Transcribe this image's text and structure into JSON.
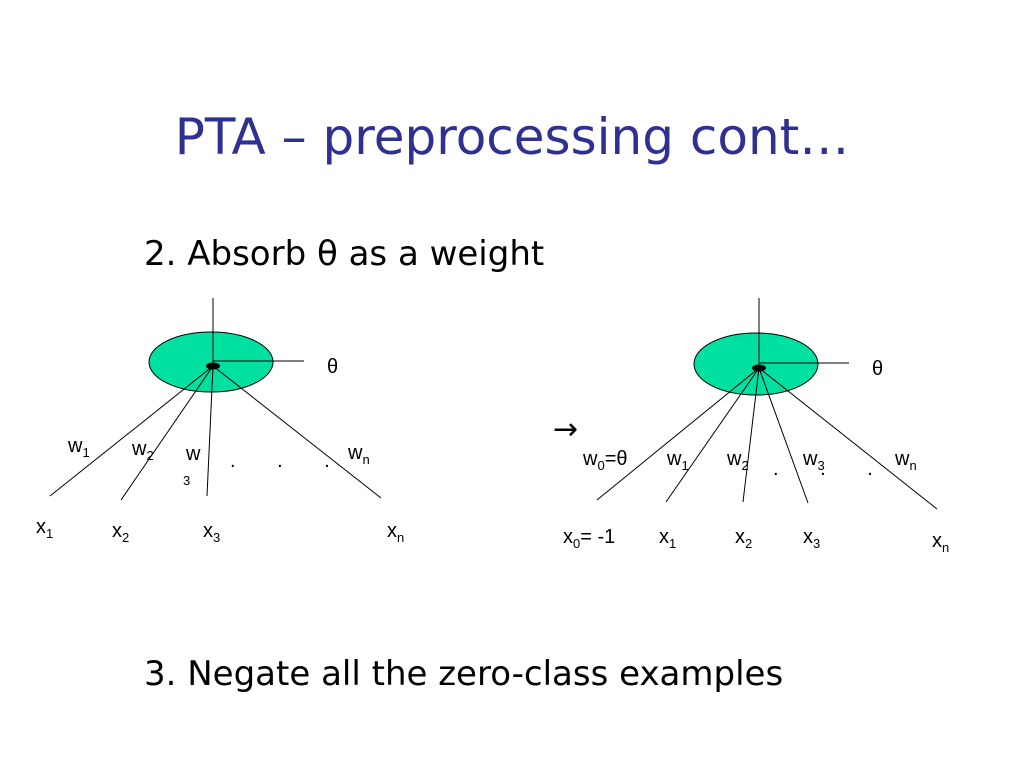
{
  "slide": {
    "title": "PTA – preprocessing cont…",
    "bullet1": "2. Absorb θ as a weight",
    "bullet2": "3. Negate all the zero-class examples"
  },
  "colors": {
    "title": "#2e3092",
    "node_fill": "#00e0a0"
  },
  "diagram_left": {
    "theta": "θ",
    "w1": "w",
    "w1_sub": "1",
    "w2": "w",
    "w2_sub": "2",
    "w3": "w",
    "w3_sub": "3",
    "wn": "w",
    "wn_sub": "n",
    "dots": ". . .",
    "x1": "x",
    "x1_sub": "1",
    "x2": "x",
    "x2_sub": "2",
    "x3": "x",
    "x3_sub": "3",
    "xn": "x",
    "xn_sub": "n"
  },
  "arrow": "→",
  "diagram_right": {
    "theta": "θ",
    "w0": "w",
    "w0_sub": "0",
    "w0_rest": "=θ",
    "w1": "w",
    "w1_sub": "1",
    "w2": "w",
    "w2_sub": "2",
    "w3": "w",
    "w3_sub": "3",
    "wn": "w",
    "wn_sub": "n",
    "dots": ". . .",
    "x0": "x",
    "x0_sub": "0",
    "x0_rest": "= -1",
    "x1": "x",
    "x1_sub": "1",
    "x2": "x",
    "x2_sub": "2",
    "x3": "x",
    "x3_sub": "3",
    "xn": "x",
    "xn_sub": "n"
  }
}
